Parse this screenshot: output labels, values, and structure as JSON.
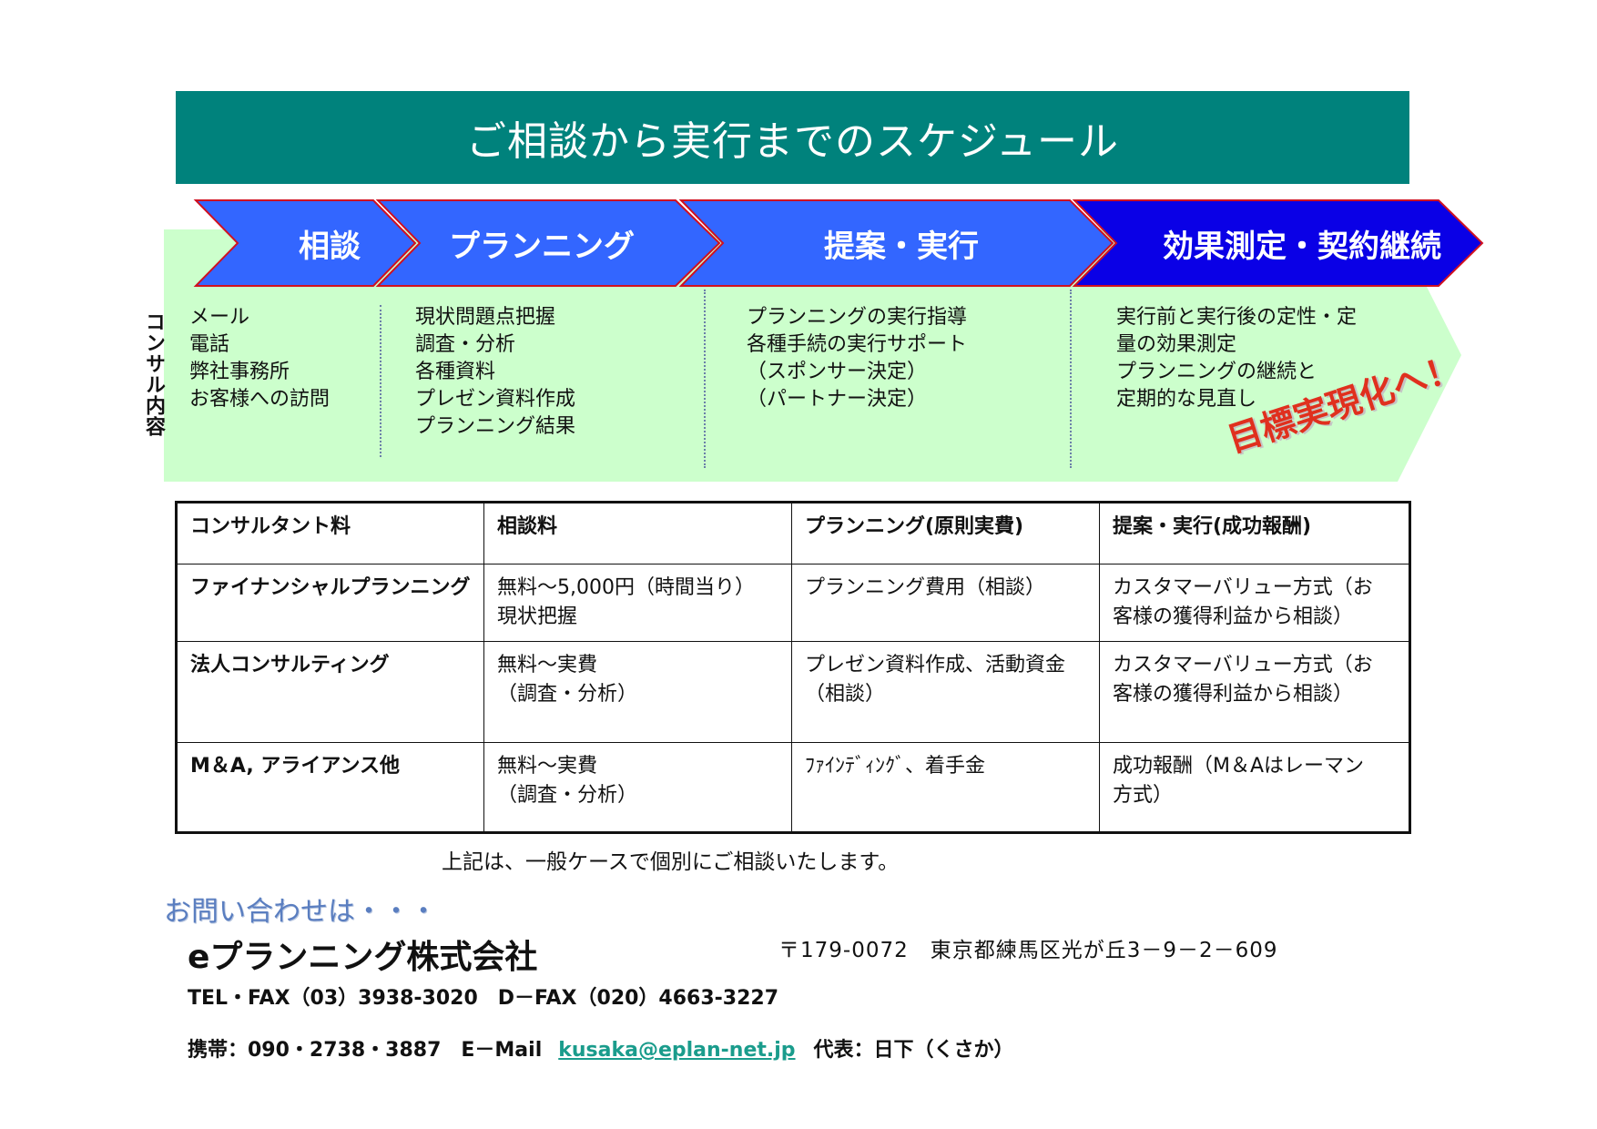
{
  "title": "ご相談から実行までのスケジュール",
  "side_label": "コンサル内容",
  "phases": [
    {
      "label": "相談",
      "items": [
        "メール",
        "電話",
        "弊社事務所",
        "お客様への訪問"
      ]
    },
    {
      "label": "プランニング",
      "items": [
        "現状問題点把握",
        "調査・分析",
        "各種資料",
        "プレゼン資料作成",
        "プランニング結果"
      ]
    },
    {
      "label": "提案・実行",
      "items": [
        "プランニングの実行指導",
        "各種手続の実行サポート",
        "（スポンサー決定）",
        "（パートナー決定）"
      ]
    },
    {
      "label": "効果測定・契約継続",
      "items": [
        "実行前と実行後の定性・定",
        "量の効果測定",
        "プランニングの継続と",
        "定期的な見直し"
      ]
    }
  ],
  "slogan": "目標実現化へ！",
  "table": {
    "headers": [
      "コンサルタント料",
      "相談料",
      "プランニング(原則実費)",
      "提案・実行(成功報酬)"
    ],
    "rows": [
      [
        "ファイナンシャルプランニング",
        "無料～5,000円（時間当り）\n現状把握",
        "プランニング費用（相談）",
        "カスタマーバリュー方式（お\n客様の獲得利益から相談）"
      ],
      [
        "法人コンサルティング",
        "無料～実費\n（調査・分析）",
        "プレゼン資料作成、活動資金\n（相談）",
        "カスタマーバリュー方式（お\n客様の獲得利益から相談）"
      ],
      [
        "M＆A, アライアンス他",
        "無料～実費\n（調査・分析）",
        "ﾌｧｲﾝﾃﾞｨﾝｸﾞ、着手金",
        "成功報酬（M＆Aはレーマン\n方式）"
      ]
    ]
  },
  "note": "上記は、一般ケースで個別にご相談いたします。",
  "inquiry": "お問い合わせは・・・",
  "company": "eプランニング株式会社",
  "address": "〒179-0072　東京都練馬区光が丘3－9－2－609",
  "telfax": "TEL・FAX（03）3938-3020　D－FAX（020）4663-3227",
  "contact": {
    "mobile": "携帯：090・2738・3887　E－Mail",
    "email": "kusaka@eplan-net.jp",
    "representative": "代表：日下（くさか）"
  },
  "colors": {
    "header": "#00827c",
    "band": "#ccffcc",
    "arrow": "#3366ff",
    "arrow_last": "#0a00e6",
    "arrow_border": "#d01020",
    "slogan": "#e0301e"
  }
}
